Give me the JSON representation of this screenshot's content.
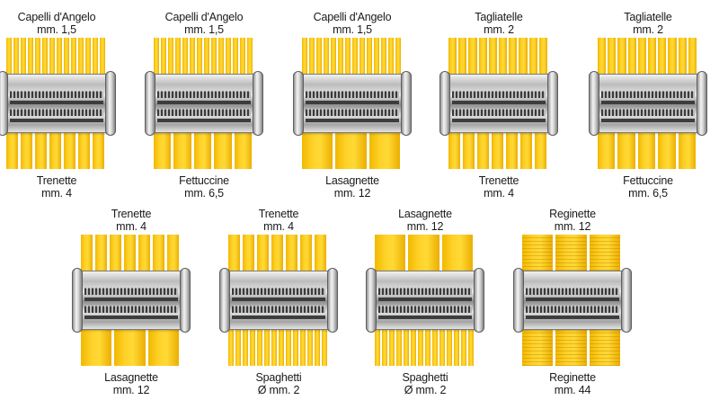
{
  "cutters": [
    {
      "top": {
        "name": "Capelli d'Angelo",
        "size": "mm. 1,5"
      },
      "bottom": {
        "name": "Trenette",
        "size": "mm. 4"
      },
      "top_strips": 14,
      "bottom_strips": 7
    },
    {
      "top": {
        "name": "Capelli d'Angelo",
        "size": "mm. 1,5"
      },
      "bottom": {
        "name": "Fettuccine",
        "size": "mm. 6,5"
      },
      "top_strips": 14,
      "bottom_strips": 5
    },
    {
      "top": {
        "name": "Capelli d'Angelo",
        "size": "mm. 1,5"
      },
      "bottom": {
        "name": "Lasagnette",
        "size": "mm. 12"
      },
      "top_strips": 14,
      "bottom_strips": 3
    },
    {
      "top": {
        "name": "Tagliatelle",
        "size": "mm. 2"
      },
      "bottom": {
        "name": "Trenette",
        "size": "mm. 4"
      },
      "top_strips": 10,
      "bottom_strips": 7
    },
    {
      "top": {
        "name": "Tagliatelle",
        "size": "mm. 2"
      },
      "bottom": {
        "name": "Fettuccine",
        "size": "mm. 6,5"
      },
      "top_strips": 10,
      "bottom_strips": 5
    },
    {
      "top": {
        "name": "Trenette",
        "size": "mm. 4"
      },
      "bottom": {
        "name": "Lasagnette",
        "size": "mm. 12"
      },
      "top_strips": 7,
      "bottom_strips": 3
    },
    {
      "top": {
        "name": "Trenette",
        "size": "mm. 4"
      },
      "bottom": {
        "name": "Spaghetti",
        "size": "Ø mm. 2"
      },
      "top_strips": 7,
      "bottom_strips": 14
    },
    {
      "top": {
        "name": "Lasagnette",
        "size": "mm. 12"
      },
      "bottom": {
        "name": "Spaghetti",
        "size": "Ø mm. 2"
      },
      "top_strips": 3,
      "bottom_strips": 14
    },
    {
      "top": {
        "name": "Reginette",
        "size": "mm. 12"
      },
      "bottom": {
        "name": "Reginette",
        "size": "mm. 44"
      },
      "top_strips": 3,
      "bottom_strips": 3,
      "wavy": true
    }
  ],
  "colors": {
    "pasta": "#ffd22a",
    "steel": "#c8c8c8"
  }
}
